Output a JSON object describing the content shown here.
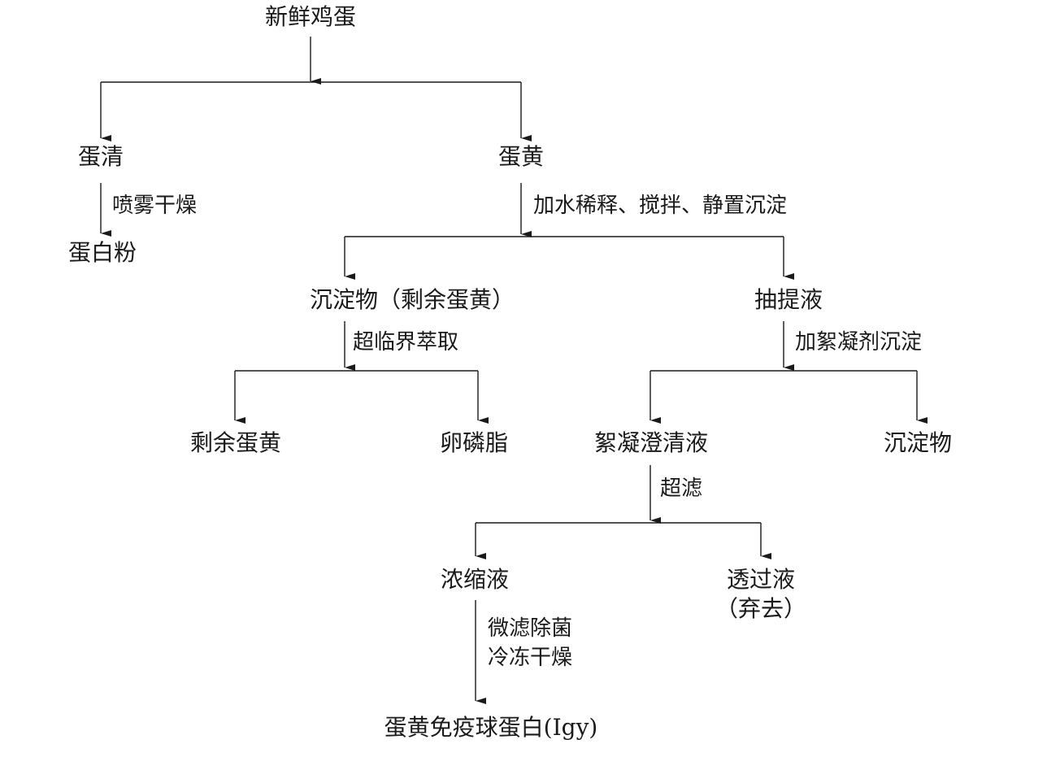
{
  "nodes": {
    "egg": "新鲜鸡蛋",
    "egg_white": "蛋清",
    "egg_yolk": "蛋黄",
    "egg_white_powder": "蛋白粉",
    "sediment_remaining_yolk": "沉淀物（剩余蛋黄）",
    "extract": "抽提液",
    "remaining_yolk": "剩余蛋黄",
    "lecithin": "卵磷脂",
    "flocculation_clear_liquid": "絮凝澄清液",
    "sediment": "沉淀物",
    "concentrate": "浓缩液",
    "permeate": "透过液",
    "permeate_note": "（弃去）",
    "igy": "蛋黄免疫球蛋白(Igy)"
  },
  "steps": {
    "spray_dry": "喷雾干燥",
    "dilute": "加水稀释、搅拌、静置沉淀",
    "supercritical": "超临界萃取",
    "flocculant": "加絮凝剂沉淀",
    "ultrafiltration": "超滤",
    "microfiltration": "微滤除菌",
    "freeze_dry": "冷冻干燥"
  }
}
